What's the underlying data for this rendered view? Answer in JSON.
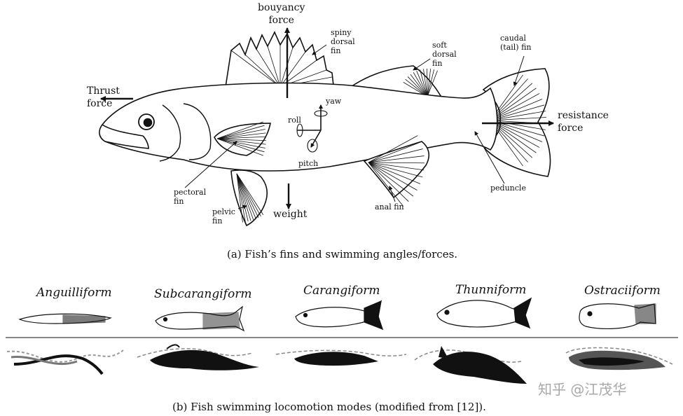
{
  "part_a": {
    "labels": {
      "bouyancy": "bouyancy\nforce",
      "spiny_dorsal": "spiny\ndorsal\nfin",
      "soft_dorsal": "soft\ndorsal\nfin",
      "caudal": "caudal\n(tail) fin",
      "thrust": "Thrust\nforce",
      "resistance": "resistance\nforce",
      "yaw": "yaw",
      "roll": "roll",
      "pitch": "pitch",
      "pectoral": "pectoral\nfin",
      "pelvic": "pelvic\nfin",
      "weight": "weight",
      "anal": "anal fin",
      "peduncle": "peduncle"
    },
    "caption": "(a) Fish’s fins and swimming angles/forces."
  },
  "part_b": {
    "modes": [
      "Anguilliform",
      "Subcarangiform",
      "Carangiform",
      "Thunniform",
      "Ostraciiform"
    ],
    "caption": "(b) Fish swimming locomotion modes (modified from [12])."
  },
  "watermark": "知乎 @江茂华"
}
